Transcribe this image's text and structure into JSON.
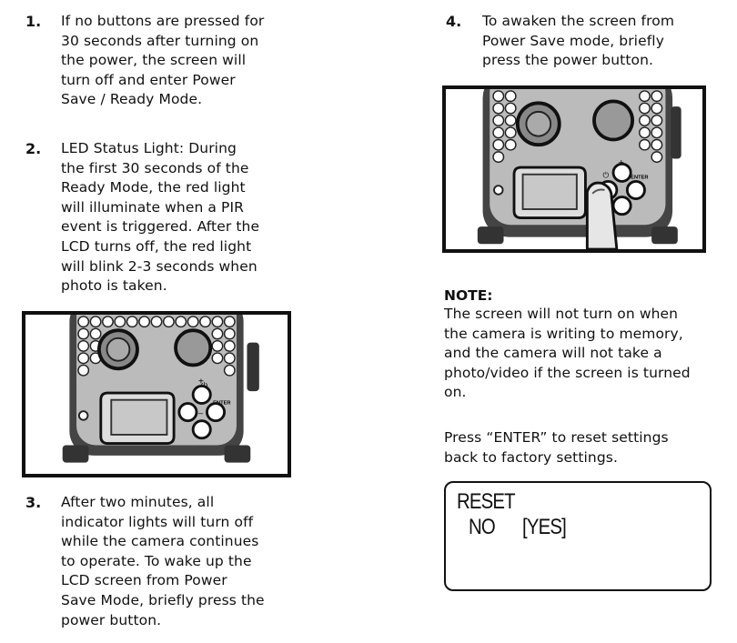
{
  "steps": [
    {
      "num": "1.",
      "lines": [
        "If no buttons are pressed for",
        "30 seconds after turning on",
        "the power, the screen will",
        "turn off and enter Power",
        "Save / Ready Mode."
      ]
    },
    {
      "num": "2.",
      "lines": [
        "LED Status Light:  During",
        "the first 30 seconds of the",
        "Ready Mode, the red light",
        "will illuminate when a PIR",
        "event is triggered. After the",
        "LCD turns off, the red light",
        "will blink 2-3 seconds when",
        "photo is taken."
      ]
    },
    {
      "num": "3.",
      "lines": [
        "After two minutes, all",
        "indicator lights will turn off",
        "while the camera continues",
        "to operate. To wake up the",
        "LCD screen from Power",
        "Save Mode, briefly press the",
        "power button."
      ]
    },
    {
      "num": "4.",
      "lines": [
        "To awaken the screen from",
        "Power Save mode, briefly",
        "press the power button."
      ]
    }
  ],
  "note": {
    "heading": "NOTE:",
    "lines": [
      "The screen will not turn on when",
      "the camera is writing to memory,",
      "and the camera will not take a",
      "photo/video if the screen is turned",
      "on."
    ]
  },
  "press_enter": {
    "lines": [
      "Press “ENTER” to reset settings",
      "back to factory settings."
    ]
  },
  "lcd": {
    "line1": "RESET",
    "no": "NO",
    "yes": "[YES]"
  },
  "camera_labels": {
    "enter": "ENTER",
    "plus": "+",
    "minus": "–"
  }
}
